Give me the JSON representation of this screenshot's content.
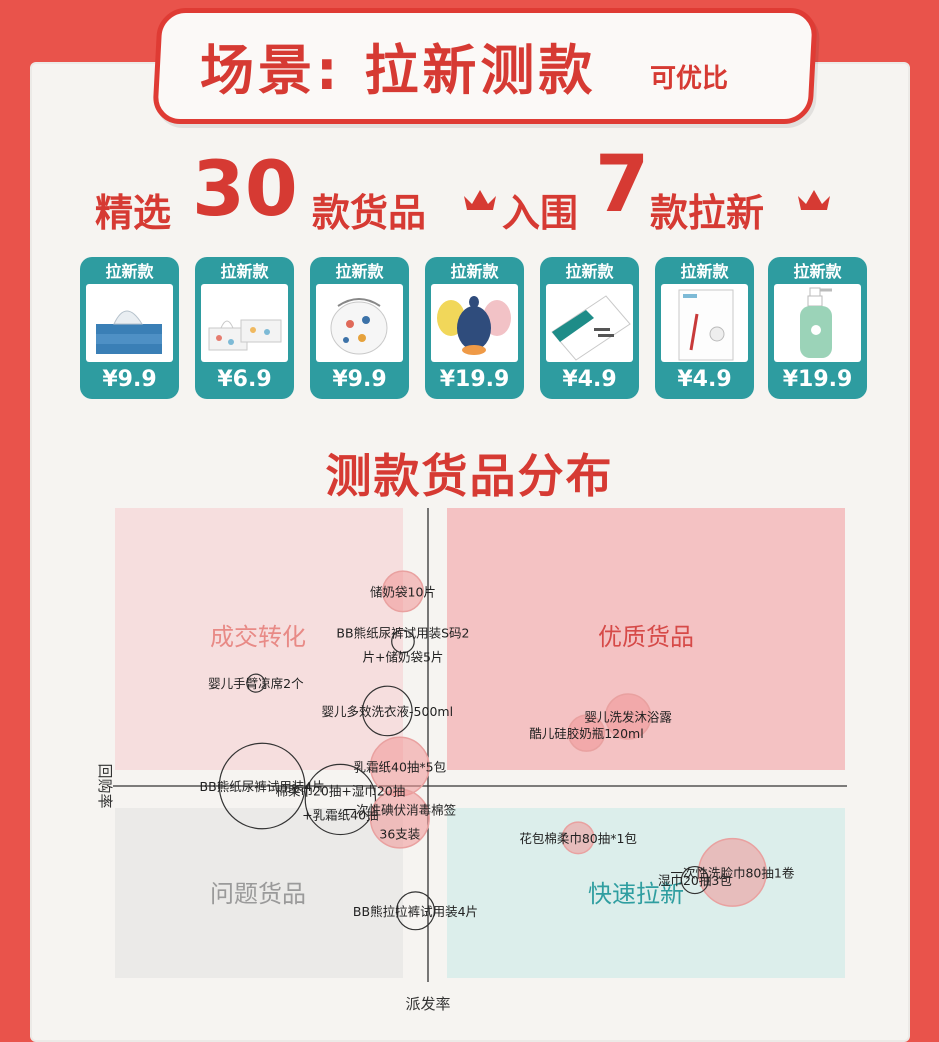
{
  "banner": {
    "title": "场景: 拉新测款",
    "subtitle": "可优比"
  },
  "headline": {
    "part1": "精选",
    "num1": "30",
    "part2": "款货品",
    "part3": "入围",
    "num2": "7",
    "part4": "款拉新"
  },
  "colors": {
    "brand_red": "#d63a33",
    "background_red": "#e9534b",
    "card_teal": "#2e9ca0",
    "q_conversion": "#f6d9da",
    "q_quality": "#f3b9bb",
    "q_problem": "#e9e7e6",
    "q_fast": "#d7ecea"
  },
  "products": [
    {
      "tag": "拉新款",
      "price": "¥9.9",
      "icon": "wet-wipes-pack-icon"
    },
    {
      "tag": "拉新款",
      "price": "¥6.9",
      "icon": "tissue-boxes-icon"
    },
    {
      "tag": "拉新款",
      "price": "¥9.9",
      "icon": "cotton-roll-bag-icon"
    },
    {
      "tag": "拉新款",
      "price": "¥19.9",
      "icon": "baby-bottles-icon"
    },
    {
      "tag": "拉新款",
      "price": "¥4.9",
      "icon": "milk-storage-bag-icon"
    },
    {
      "tag": "拉新款",
      "price": "¥4.9",
      "icon": "cotton-swab-box-icon"
    },
    {
      "tag": "拉新款",
      "price": "¥19.9",
      "icon": "body-wash-bottle-icon"
    }
  ],
  "section_title": "测款货品分布",
  "chart_data": {
    "type": "scatter",
    "xlabel": "派发率",
    "ylabel": "回购率",
    "quadrants": [
      {
        "name": "成交转化",
        "position": "top-left"
      },
      {
        "name": "优质货品",
        "position": "top-right"
      },
      {
        "name": "问题货品",
        "position": "bottom-left"
      },
      {
        "name": "快速拉新",
        "position": "bottom-right"
      }
    ],
    "xlim": [
      -1,
      1
    ],
    "ylim": [
      -1,
      1
    ],
    "points": [
      {
        "label": "储奶袋10片",
        "x": -0.08,
        "y": 0.7,
        "size": 0.45,
        "filled": true
      },
      {
        "label": "BB熊纸尿裤试用装S码2\n片+储奶袋5片",
        "x": -0.08,
        "y": 0.52,
        "size": 0.25,
        "filled": false
      },
      {
        "label": "婴儿手臂凉席2个",
        "x": -0.55,
        "y": 0.37,
        "size": 0.2,
        "filled": false
      },
      {
        "label": "婴儿多效洗衣液-500ml",
        "x": -0.13,
        "y": 0.27,
        "size": 0.55,
        "filled": false
      },
      {
        "label": "BB熊纸尿裤试用装4片",
        "x": -0.53,
        "y": 0.0,
        "size": 0.95,
        "filled": false
      },
      {
        "label": "乳霜纸40抽*5包",
        "x": -0.09,
        "y": 0.07,
        "size": 0.65,
        "filled": true
      },
      {
        "label": "棉柔巾20抽+湿巾20抽\n+乳霜纸40抽",
        "x": -0.28,
        "y": -0.07,
        "size": 0.78,
        "filled": false
      },
      {
        "label": "一次性碘伏消毒棉签\n36支装",
        "x": -0.09,
        "y": -0.17,
        "size": 0.65,
        "filled": true
      },
      {
        "label": "BB熊拉拉裤试用装4片",
        "x": -0.04,
        "y": -0.65,
        "size": 0.42,
        "filled": false
      },
      {
        "label": "婴儿洗发沐浴露",
        "x": 0.48,
        "y": 0.25,
        "size": 0.5,
        "filled": true
      },
      {
        "label": "酷儿硅胶奶瓶120ml",
        "x": 0.38,
        "y": 0.19,
        "size": 0.4,
        "filled": true
      },
      {
        "label": "花包棉柔巾80抽*1包",
        "x": 0.36,
        "y": -0.27,
        "size": 0.35,
        "filled": true
      },
      {
        "label": "一次性洗脸巾80抽1卷",
        "x": 0.73,
        "y": -0.45,
        "size": 0.75,
        "filled": true
      },
      {
        "label": "湿巾20抽3包",
        "x": 0.64,
        "y": -0.49,
        "size": 0.3,
        "filled": false
      }
    ]
  }
}
